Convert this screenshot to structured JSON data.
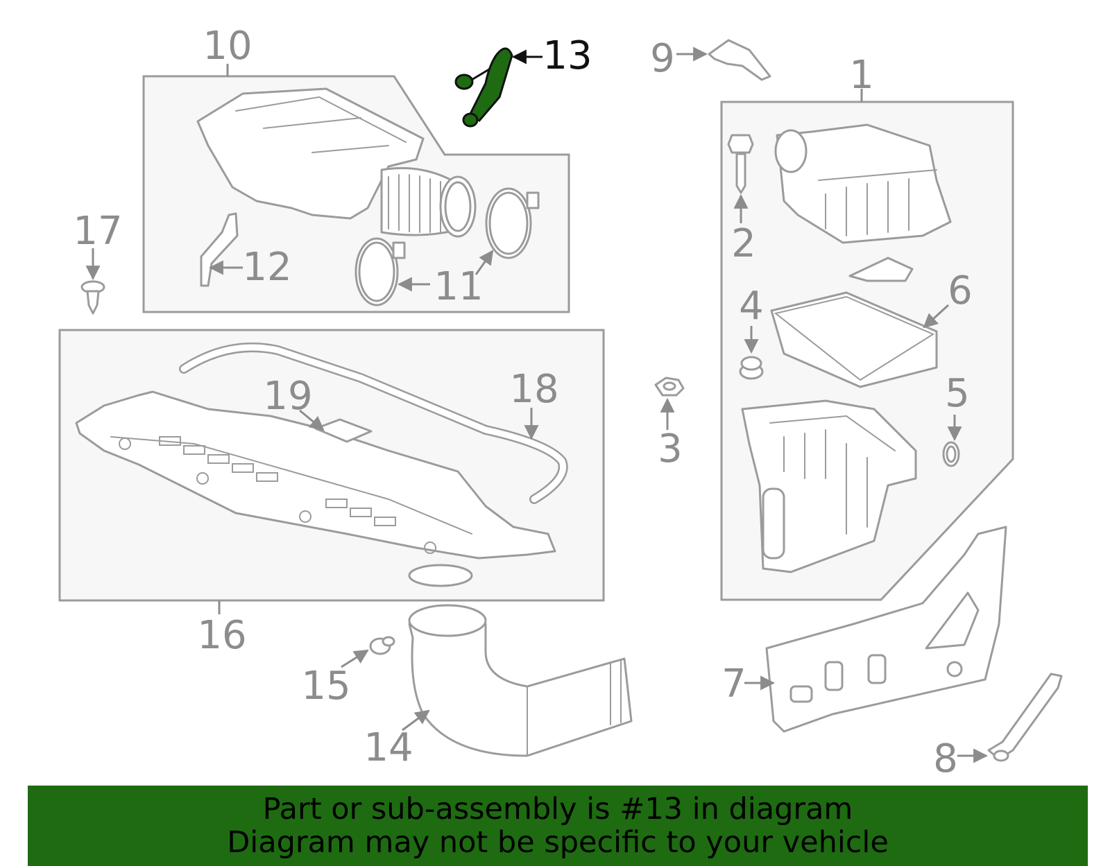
{
  "highlight_color": "#1e6b12",
  "highlighted_part": "13",
  "callouts": {
    "c1": "1",
    "c2": "2",
    "c3": "3",
    "c4": "4",
    "c5": "5",
    "c6": "6",
    "c7": "7",
    "c8": "8",
    "c9": "9",
    "c10": "10",
    "c11": "11",
    "c12": "12",
    "c13": "13",
    "c14": "14",
    "c15": "15",
    "c16": "16",
    "c17": "17",
    "c18": "18",
    "c19": "19"
  },
  "banner": {
    "line1": "Part or sub-assembly is #13 in diagram",
    "line2": "Diagram may not be specific to your vehicle"
  }
}
